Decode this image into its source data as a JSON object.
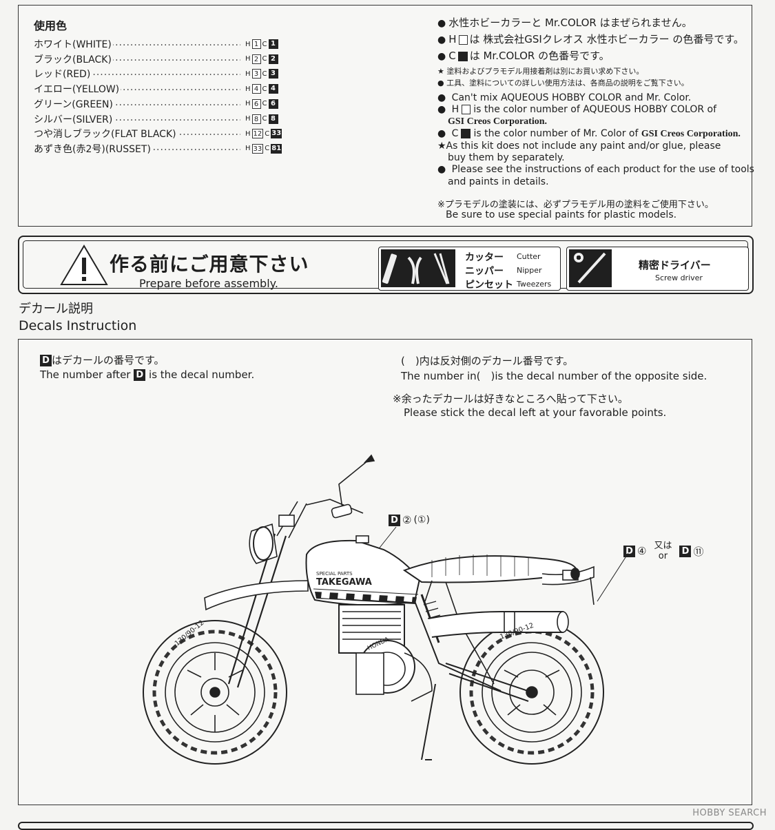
{
  "paint": {
    "title": "使用色",
    "rows": [
      {
        "name": "ホワイト(WHITE)",
        "h": "1",
        "c": "1"
      },
      {
        "name": "ブラック(BLACK)",
        "h": "2",
        "c": "2"
      },
      {
        "name": "レッド(RED)",
        "h": "3",
        "c": "3"
      },
      {
        "name": "イエロー(YELLOW)",
        "h": "4",
        "c": "4"
      },
      {
        "name": "グリーン(GREEN)",
        "h": "6",
        "c": "6"
      },
      {
        "name": "シルバー(SILVER)",
        "h": "8",
        "c": "8"
      },
      {
        "name": "つや消しブラック(FLAT BLACK)",
        "h": "12",
        "c": "33"
      },
      {
        "name": "あずき色(赤2号)(RUSSET)",
        "h": "33",
        "c": "81"
      }
    ],
    "h_label": "H",
    "c_label": "C",
    "dots": "..............................................................................."
  },
  "notes": {
    "jp1": "水性ホビーカラーと Mr.COLOR はまぜられません。",
    "jp2_a": "H",
    "jp2_b": "は 株式会社GSIクレオス 水性ホビーカラー の色番号です。",
    "jp3_a": "C",
    "jp3_b": "は Mr.COLOR の色番号です。",
    "jp4": "★ 塗料およびプラモデル用接着剤は別にお買い求め下さい。",
    "jp5": "● 工具、塗料についての詳しい使用方法は、各商品の説明をご覧下さい。",
    "en1": "Can't mix AQUEOUS HOBBY COLOR and Mr. Color.",
    "en2_a": "H",
    "en2_b": "is the color number of AQUEOUS HOBBY COLOR of",
    "en2_c": "GSI Creos Corporation.",
    "en3_a": "C",
    "en3_b": "is the color number of Mr. Color of",
    "en3_c": "GSI Creos Corporation.",
    "en4": "★As this kit does not include any paint and/or glue, please",
    "en4b": "buy them by separately.",
    "en5": "Please see the instructions of each product for the use of tools",
    "en5b": "and paints in details.",
    "jp6": "※プラモデルの塗装には、必ずプラモデル用の塗料をご使用下さい。",
    "en6": "Be sure to use special paints for plastic models."
  },
  "prep": {
    "jp": "作る前にご用意下さい",
    "en": "Prepare before assembly.",
    "tools1": [
      {
        "jp": "カッター",
        "en": "Cutter"
      },
      {
        "jp": "ニッパー",
        "en": "Nipper"
      },
      {
        "jp": "ピンセット",
        "en": "Tweezers"
      }
    ],
    "tool2_jp": "精密ドライバー",
    "tool2_en": "Screw driver"
  },
  "decals": {
    "title_jp": "デカール説明",
    "title_en": "Decals Instruction",
    "d_label": "D",
    "l1_jp": "はデカールの番号です。",
    "l1_en_a": "The number after",
    "l1_en_b": "is the decal number.",
    "r1_jp": "(　)内は反対側のデカール番号です。",
    "r1_en": "The number in(　)is the decal number of the opposite side.",
    "r2_jp": "※余ったデカールは好きなところへ貼って下さい。",
    "r2_en": "Please stick the decal left at your favorable points.",
    "callout1_num": "②",
    "callout1_opp": "(①)",
    "callout2_num": "④",
    "callout2_or_jp": "又は",
    "callout2_or_en": "or",
    "callout2_alt": "⑪",
    "tank_text1": "SPECIAL PARTS",
    "tank_text2": "TAKEGAWA",
    "case_text": "HONDA",
    "tire_text": "130/90-12"
  },
  "watermark": "HOBBY SEARCH"
}
